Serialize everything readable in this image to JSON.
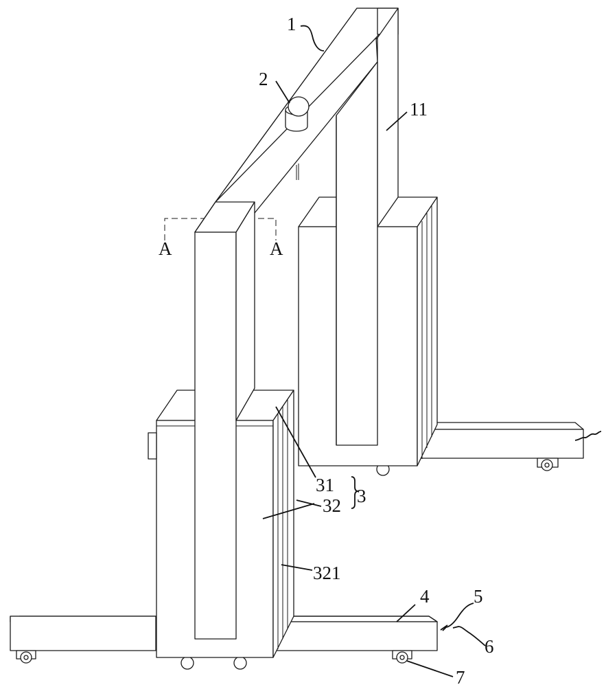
{
  "labels": {
    "frame": "1",
    "motor": "2",
    "frame_leg": "11",
    "section_left": "A",
    "section_right": "A",
    "part_31": "31",
    "part_32": "32",
    "group_3": "3",
    "part_321": "321",
    "part_4": "4",
    "part_5": "5",
    "part_6": "6",
    "part_7": "7"
  }
}
